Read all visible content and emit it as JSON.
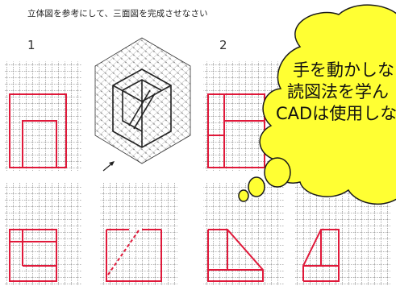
{
  "instruction": "立体図を参考にして、三面図を完成させなさい",
  "problems": [
    {
      "number": "1"
    },
    {
      "number": "2"
    }
  ],
  "bubble": {
    "line1": "手を動かしな",
    "line2": "読図法を学ん",
    "line3": "CADは使用しな"
  },
  "colors": {
    "line": "#e0193a",
    "grid": "#9a9a9a",
    "bubble_fill": "#ffff33",
    "bubble_stroke": "#1a1a1a"
  }
}
